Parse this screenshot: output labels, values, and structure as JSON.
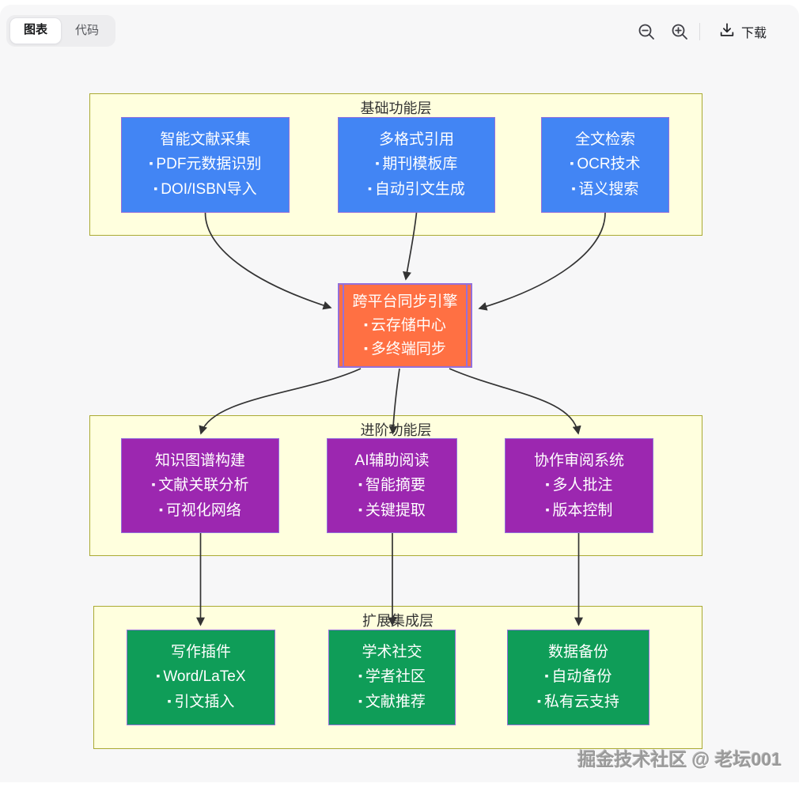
{
  "toolbar": {
    "tabs": [
      {
        "label": "图表",
        "active": true
      },
      {
        "label": "代码",
        "active": false
      }
    ],
    "icons": {
      "zoom_out": "magnifier-minus",
      "zoom_in": "magnifier-plus",
      "download": "download-tray"
    },
    "download_label": "下载"
  },
  "diagram": {
    "layers": [
      {
        "title": "基础功能层",
        "node_color": "#4285f4",
        "nodes": [
          {
            "title": "智能文献采集",
            "items": [
              "PDF元数据识别",
              "DOI/ISBN导入"
            ]
          },
          {
            "title": "多格式引用",
            "items": [
              "期刊模板库",
              "自动引文生成"
            ]
          },
          {
            "title": "全文检索",
            "items": [
              "OCR技术",
              "语义搜索"
            ]
          }
        ]
      },
      {
        "title": "进阶功能层",
        "node_color": "#9c27b0",
        "nodes": [
          {
            "title": "知识图谱构建",
            "items": [
              "文献关联分析",
              "可视化网络"
            ]
          },
          {
            "title": "AI辅助阅读",
            "items": [
              "智能摘要",
              "关键提取"
            ]
          },
          {
            "title": "协作审阅系统",
            "items": [
              "多人批注",
              "版本控制"
            ]
          }
        ]
      },
      {
        "title": "扩展集成层",
        "node_color": "#0f9d58",
        "nodes": [
          {
            "title": "写作插件",
            "items": [
              "Word/LaTeX",
              "引文插入"
            ]
          },
          {
            "title": "学术社交",
            "items": [
              "学者社区",
              "文献推荐"
            ]
          },
          {
            "title": "数据备份",
            "items": [
              "自动备份",
              "私有云支持"
            ]
          }
        ]
      }
    ],
    "hub": {
      "title": "跨平台同步引擎",
      "items": [
        "云存储中心",
        "多终端同步"
      ],
      "color": "#ff7043"
    },
    "colors": {
      "node_border": "#9370db",
      "cluster_fill": "#ffffde",
      "cluster_border": "#aaaa33",
      "arrow": "#333333",
      "canvas_bg": "#f7f7f8"
    }
  },
  "watermark": "掘金技术社区 @ 老坛001"
}
